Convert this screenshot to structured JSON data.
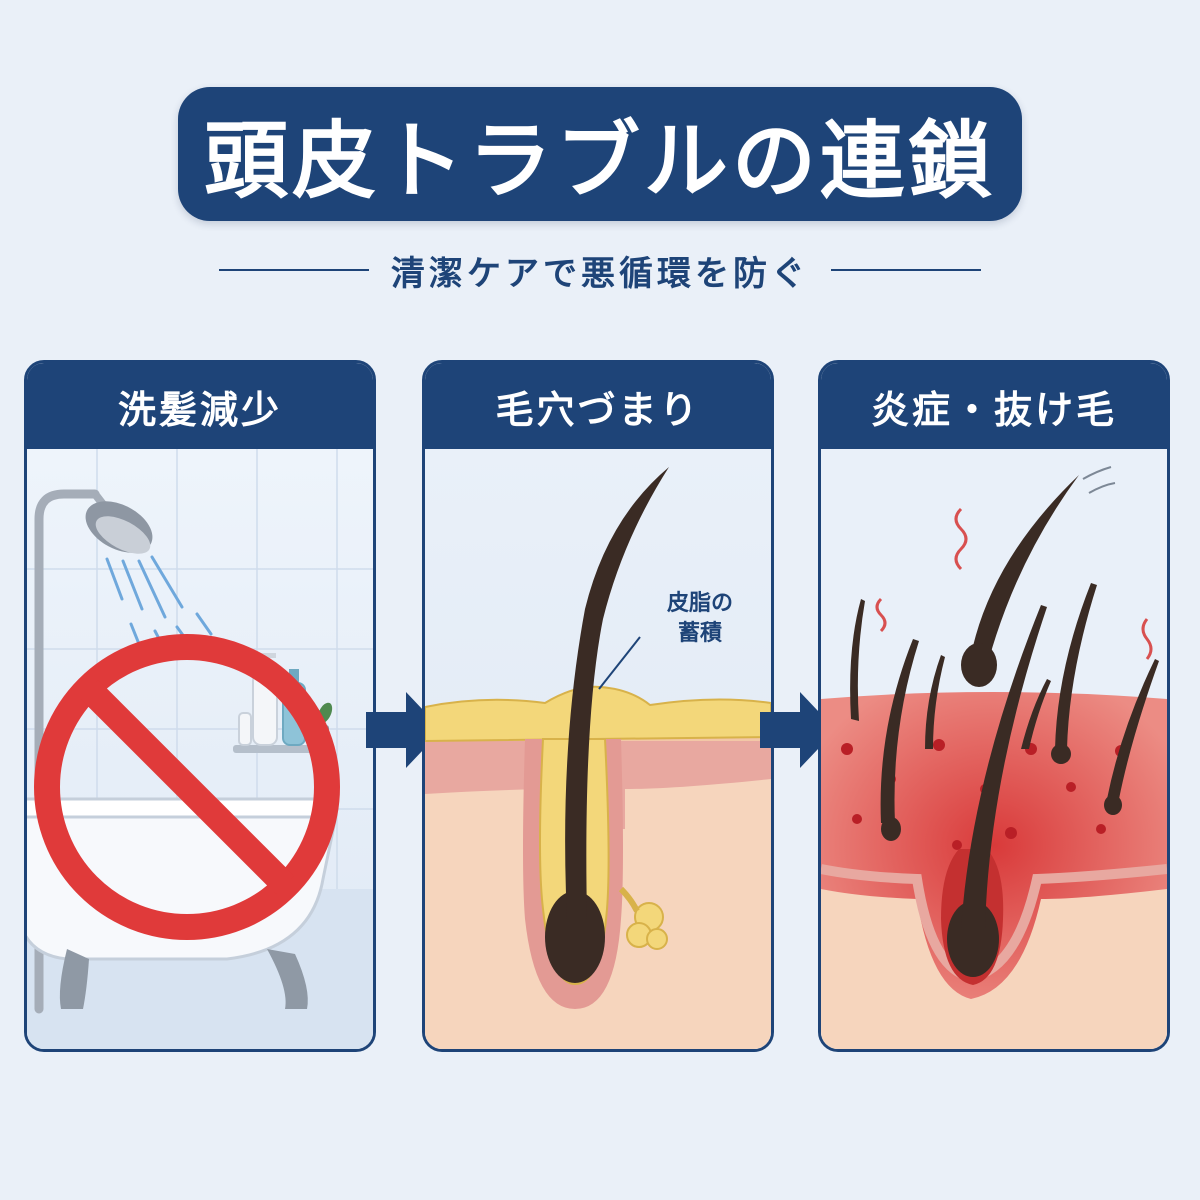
{
  "header": {
    "title": "頭皮トラブルの連鎖",
    "subtitle": "清潔ケアで悪循環を防ぐ"
  },
  "panels": [
    {
      "title": "洗髪減少"
    },
    {
      "title": "毛穴づまり",
      "annotation_line1": "皮脂の",
      "annotation_line2": "蓄積"
    },
    {
      "title": "炎症・抜け毛"
    }
  ],
  "colors": {
    "navy": "#1e4478",
    "background": "#eaf0f8",
    "prohibition_red": "#e03a3a",
    "sebum_yellow": "#f3d77a",
    "skin": "#f6d5bd",
    "inflammation_red": "#d93a3a",
    "hair": "#3a2b24"
  },
  "icons": [
    "shower-icon",
    "prohibition-icon",
    "bathtub-icon",
    "bottle-icon",
    "plant-icon",
    "arrow-right-icon",
    "hair-follicle-icon"
  ]
}
